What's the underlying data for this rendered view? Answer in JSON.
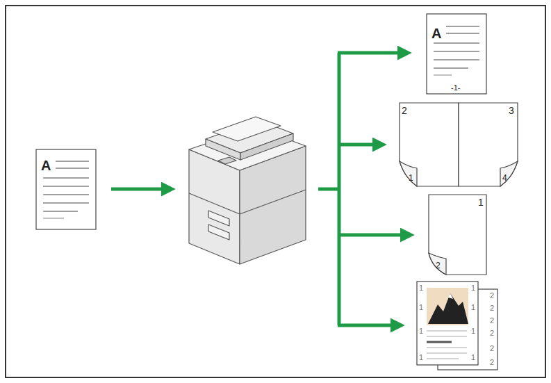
{
  "diagram": {
    "nodes": [
      {
        "text": [
          "A"
        ]
      },
      {
        "text": [
          "A",
          "-1-"
        ]
      },
      {
        "text": [
          "2",
          "3",
          "1",
          "4"
        ]
      },
      {
        "text": [
          "1",
          "2"
        ]
      },
      {
        "text": [
          "1",
          "1",
          "1",
          "1",
          "1",
          "1",
          "1",
          "1"
        ]
      },
      {
        "text": [
          "2",
          "2",
          "2",
          "2",
          "2",
          "2"
        ]
      }
    ]
  }
}
